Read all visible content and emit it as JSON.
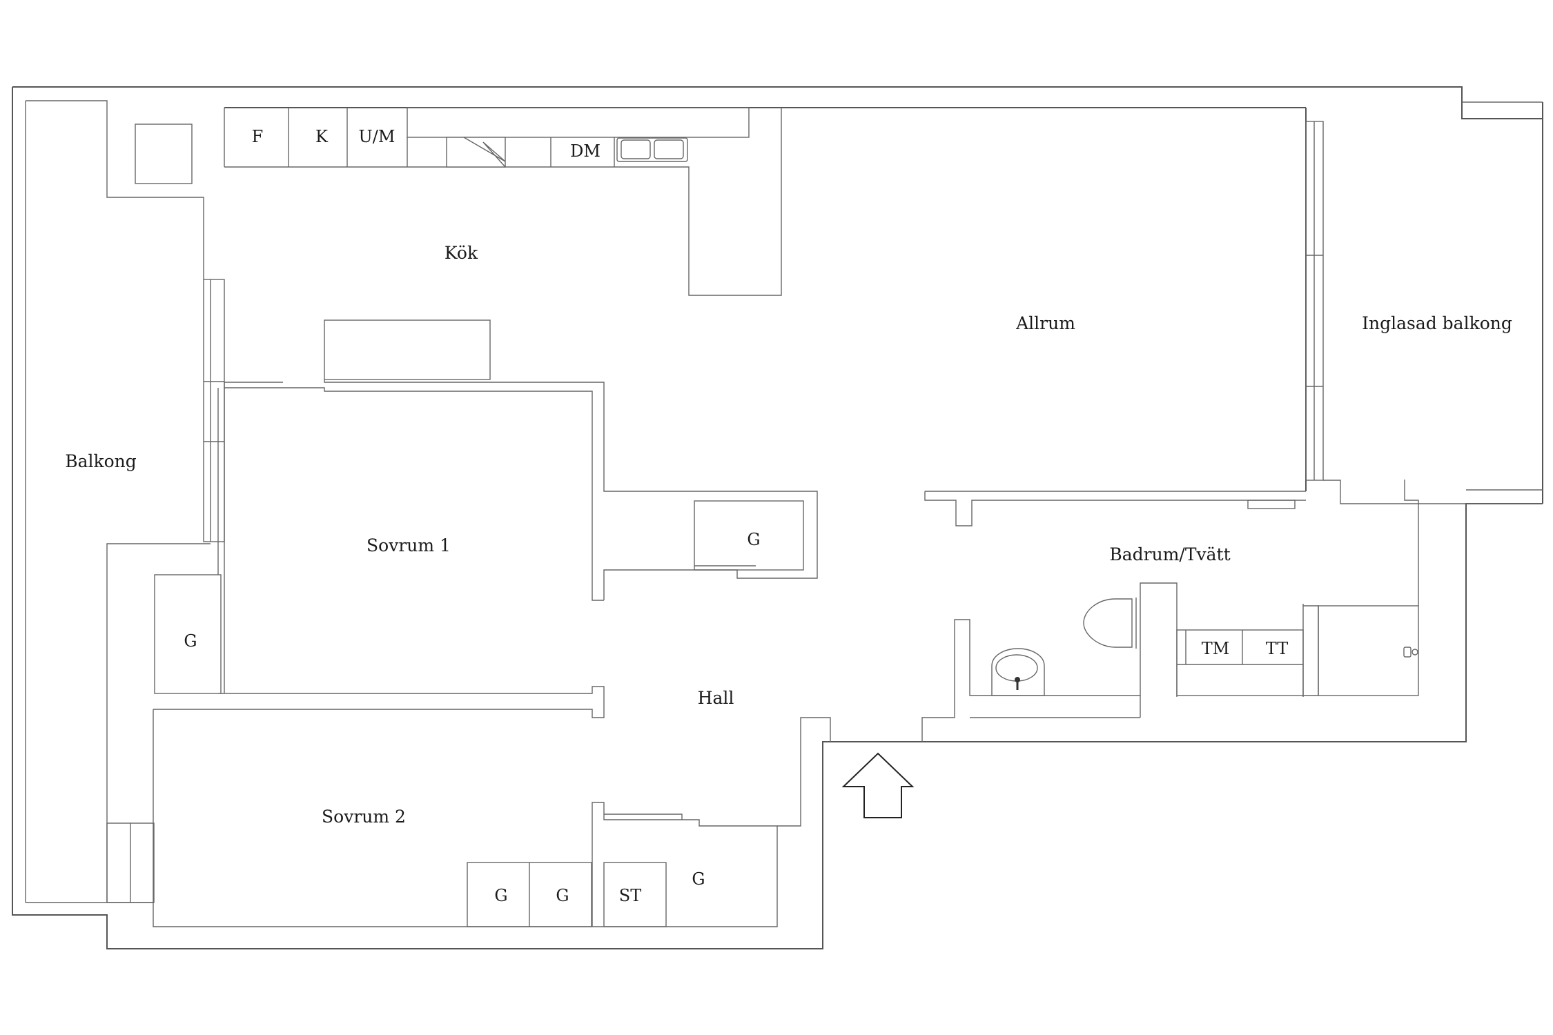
{
  "rooms": {
    "kok": "Kök",
    "allrum": "Allrum",
    "inglasad_balkong": "Inglasad balkong",
    "balkong": "Balkong",
    "sovrum1": "Sovrum 1",
    "sovrum2": "Sovrum 2",
    "hall": "Hall",
    "badrum": "Badrum/Tvätt"
  },
  "fixtures": {
    "fridge": "F",
    "freezer": "K",
    "oven": "U/M",
    "dishwasher": "DM",
    "wardrobe": "G",
    "storage": "ST",
    "dryer": "TT",
    "washer": "TM"
  },
  "icons": {
    "entrance": "entrance-arrow-icon",
    "sink": "sink-icon",
    "toilet": "toilet-icon",
    "shower": "shower-icon",
    "stove": "stove-icon",
    "kitchen_sink": "kitchen-sink-icon"
  },
  "colors": {
    "wall": "#555555",
    "background": "#ffffff",
    "text": "#1a1a1a"
  }
}
